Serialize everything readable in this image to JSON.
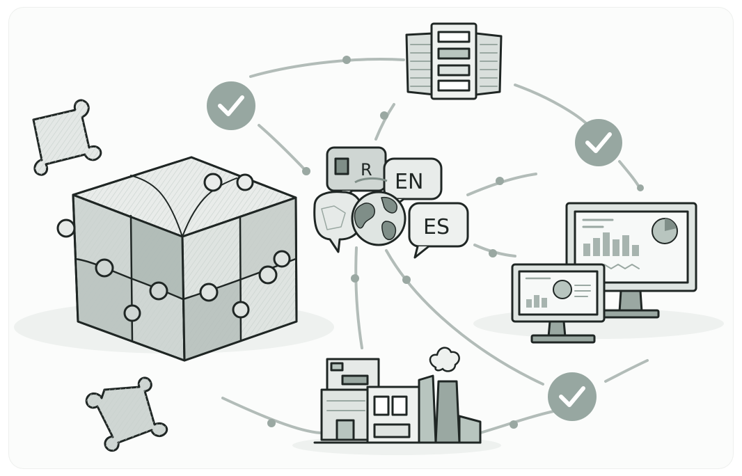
{
  "colors": {
    "background": "#fbfcfb",
    "ink": "#1f2624",
    "light_fill": "#e4e8e6",
    "mid_fill": "#bcc6c2",
    "dark_fill": "#9aa8a2",
    "connector": "#aab4b0",
    "check_badge": "#97a7a1"
  },
  "labels": {
    "english": "EN",
    "spanish": "ES"
  },
  "icons": [
    "puzzle-cube",
    "puzzle-piece",
    "server-rack",
    "checkmark",
    "language-bubbles",
    "globe",
    "monitor",
    "laptop",
    "factory"
  ]
}
